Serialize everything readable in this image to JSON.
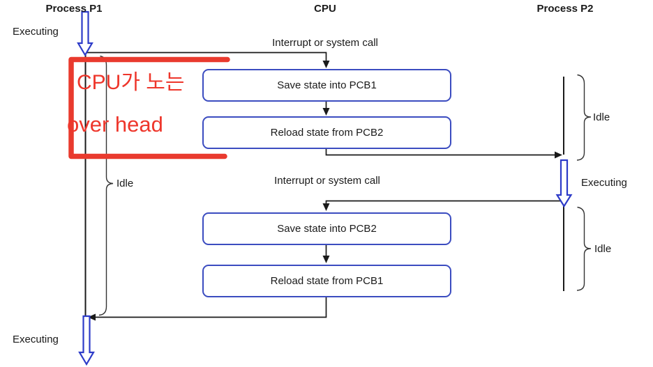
{
  "diagram": {
    "title_meaning": "CPU context switch between two processes",
    "headers": {
      "p1": "Process P1",
      "cpu": "CPU",
      "p2": "Process P2"
    },
    "labels": {
      "executing_top": "Executing",
      "executing_right": "Executing",
      "executing_bottom": "Executing",
      "idle_left": "Idle",
      "idle_right_top": "Idle",
      "idle_right_bottom": "Idle",
      "interrupt_top": "Interrupt or system call",
      "interrupt_middle": "Interrupt or system call"
    },
    "boxes": [
      "Save state into PCB1",
      "Reload state from PCB2",
      "Save state into PCB2",
      "Reload state from PCB1"
    ],
    "annotation": {
      "line1": "CPU가 노는",
      "line2": "over head"
    },
    "colors": {
      "box_border_blue": "#3b4cc0",
      "hollow_arrow_blue": "#2d3bc8",
      "annotation_red": "#e93a2e",
      "line_black": "#1a1a1a",
      "bracket_gray": "#333333"
    }
  }
}
